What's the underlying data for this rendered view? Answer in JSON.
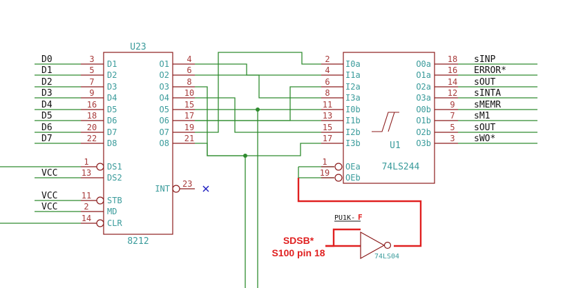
{
  "u23": {
    "ref": "U23",
    "value": "8212",
    "left_pins": [
      {
        "num": "3",
        "name": "D1"
      },
      {
        "num": "5",
        "name": "D2"
      },
      {
        "num": "7",
        "name": "D3"
      },
      {
        "num": "9",
        "name": "D4"
      },
      {
        "num": "16",
        "name": "D5"
      },
      {
        "num": "18",
        "name": "D6"
      },
      {
        "num": "20",
        "name": "D7"
      },
      {
        "num": "22",
        "name": "D8"
      }
    ],
    "right_pins": [
      {
        "num": "4",
        "name": "O1"
      },
      {
        "num": "6",
        "name": "O2"
      },
      {
        "num": "8",
        "name": "O3"
      },
      {
        "num": "10",
        "name": "O4"
      },
      {
        "num": "15",
        "name": "O5"
      },
      {
        "num": "17",
        "name": "O6"
      },
      {
        "num": "19",
        "name": "O7"
      },
      {
        "num": "21",
        "name": "O8"
      }
    ],
    "ctrl_pins": [
      {
        "num": "1",
        "name": "DS1",
        "inverted": true
      },
      {
        "num": "13",
        "name": "DS2",
        "inverted": false
      },
      {
        "num": "11",
        "name": "STB",
        "inverted": true
      },
      {
        "num": "2",
        "name": "MD",
        "inverted": false
      },
      {
        "num": "14",
        "name": "CLR",
        "inverted": true
      }
    ],
    "int_pin": {
      "num": "23",
      "name": "INT"
    }
  },
  "u1": {
    "ref": "U1",
    "value": "74LS244",
    "left_pins": [
      {
        "num": "2",
        "name": "I0a"
      },
      {
        "num": "4",
        "name": "I1a"
      },
      {
        "num": "6",
        "name": "I2a"
      },
      {
        "num": "8",
        "name": "I3a"
      },
      {
        "num": "11",
        "name": "I0b"
      },
      {
        "num": "13",
        "name": "I1b"
      },
      {
        "num": "15",
        "name": "I2b"
      },
      {
        "num": "17",
        "name": "I3b"
      }
    ],
    "right_pins": [
      {
        "num": "18",
        "name": "O0a"
      },
      {
        "num": "16",
        "name": "O1a"
      },
      {
        "num": "14",
        "name": "O2a"
      },
      {
        "num": "12",
        "name": "O3a"
      },
      {
        "num": "9",
        "name": "O0b"
      },
      {
        "num": "7",
        "name": "O1b"
      },
      {
        "num": "5",
        "name": "O2b"
      },
      {
        "num": "3",
        "name": "O3b"
      }
    ],
    "enable_pins": [
      {
        "num": "1",
        "name": "OEa"
      },
      {
        "num": "19",
        "name": "OEb"
      }
    ]
  },
  "input_nets": [
    "D0",
    "D1",
    "D2",
    "D3",
    "D4",
    "D5",
    "D6",
    "D7"
  ],
  "output_nets": [
    "sINP",
    "ERROR*",
    "sOUT",
    "sINTA",
    "sMEMR",
    "sM1",
    "sOUT",
    "sWO*"
  ],
  "vcc_labels": [
    "VCC",
    "VCC",
    "VCC"
  ],
  "inverter": {
    "value": "74LS04",
    "pullup": "PU1K-",
    "pullup_suffix": "F"
  },
  "annotation": {
    "line1": "SDSB*",
    "line2": "S100 pin 18"
  },
  "colors": {
    "wire": "#2e8b2e",
    "body": "#8b1a1a",
    "pin_text": "#3a9b9b",
    "pin_num": "#a83a3a",
    "net": "#111111",
    "annotation": "#e02020",
    "noconnect": "#2020c0"
  }
}
